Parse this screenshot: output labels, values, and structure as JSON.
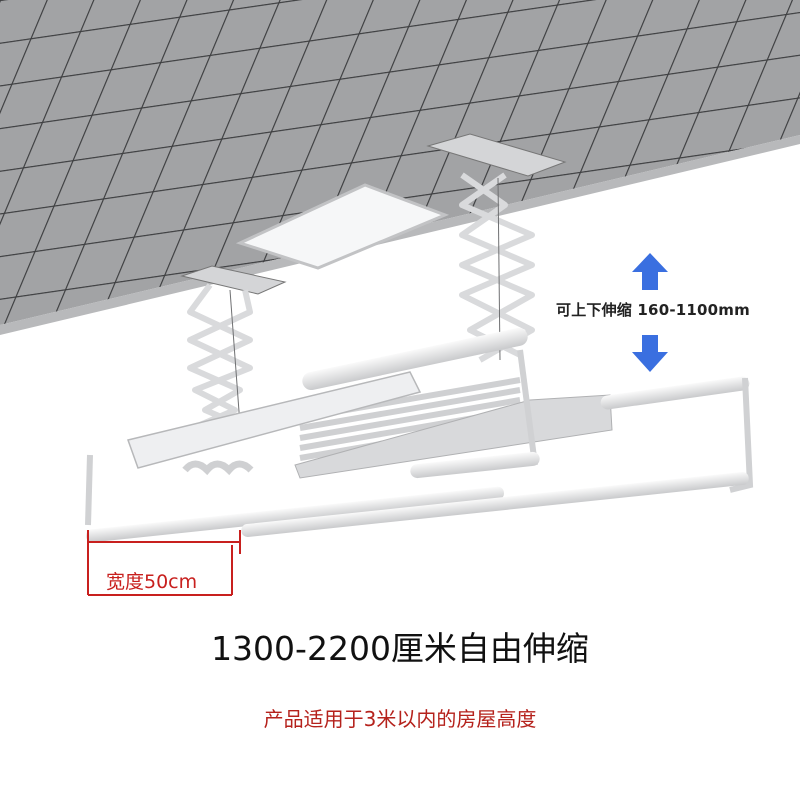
{
  "annotations": {
    "height_range": "可上下伸缩 160-1100mm",
    "width": "宽度50cm"
  },
  "headline": "1300-2200厘米自由伸缩",
  "subline": "产品适用于3米以内的房屋高度",
  "colors": {
    "ceiling": "#9c9d9f",
    "arrow": "#3a6fe0",
    "accent_red": "#c8201e",
    "rack": "#e7e8ea"
  },
  "icons": [
    "up-arrow-icon",
    "down-arrow-icon"
  ]
}
